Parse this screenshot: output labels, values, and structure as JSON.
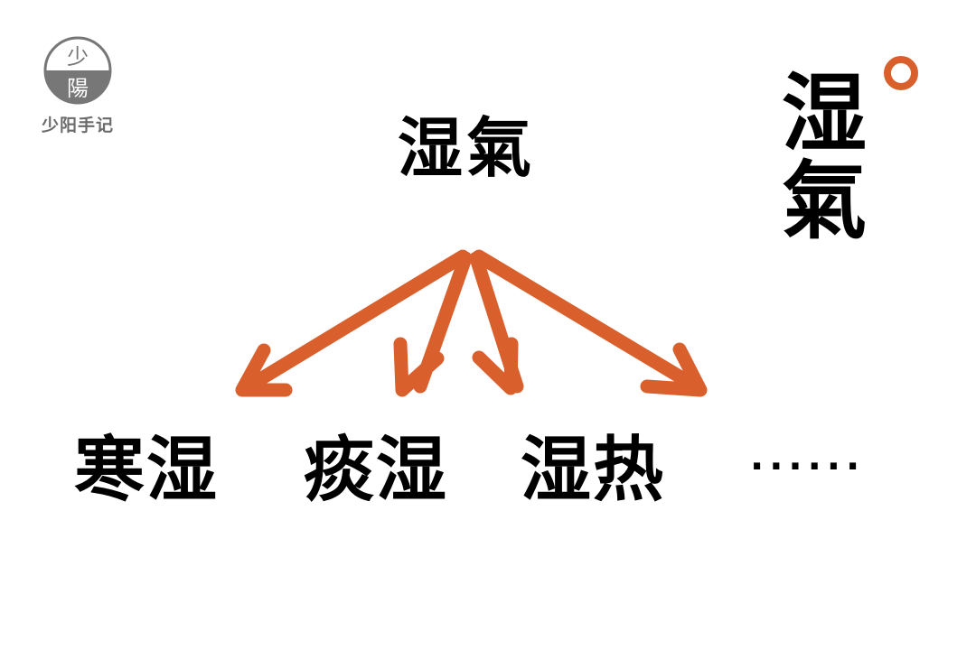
{
  "logo": {
    "icon": "seal-logo-icon",
    "top_glyph": "少",
    "bottom_glyph": "陽",
    "caption": "少阳手记",
    "color": "#777777"
  },
  "main_title": "湿氣",
  "vertical_title": [
    "湿",
    "氣"
  ],
  "accent_color": "#d9602c",
  "categories": [
    {
      "label": "寒湿"
    },
    {
      "label": "痰湿"
    },
    {
      "label": "湿热"
    }
  ],
  "ellipsis": "......",
  "arrows_count": 4
}
